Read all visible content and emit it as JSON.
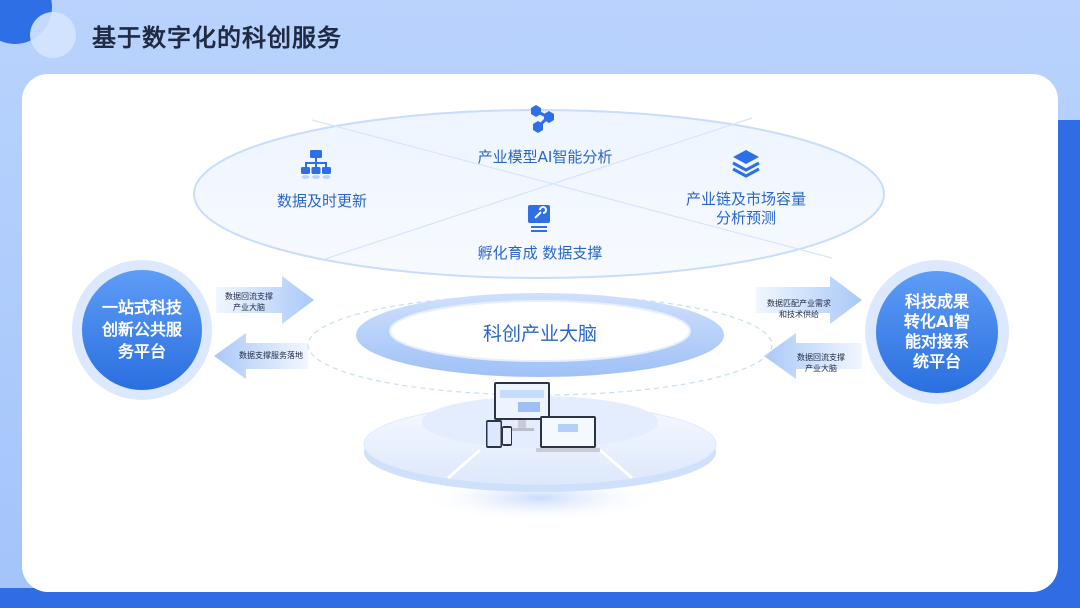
{
  "title": "基于数字化的科创服务",
  "top_items": {
    "model": "产业模型AI智能分析",
    "data_update": "数据及时更新",
    "chain_line1": "产业链及市场容量",
    "chain_line2": "分析预测",
    "incubate": "孵化育成  数据支撑"
  },
  "center": "科创产业大脑",
  "left_node": {
    "line1": "一站式科技",
    "line2": "创新公共服",
    "line3": "务平台"
  },
  "right_node": {
    "line1": "科技成果",
    "line2": "转化AI智",
    "line3": "能对接系",
    "line4": "统平台"
  },
  "arrows": {
    "left_out_l1": "数据回流支撑",
    "left_out_l2": "产业大脑",
    "left_in": "数据支撑服务落地",
    "right_in_l1": "数据匹配产业需求",
    "right_in_l2": "和技术供给",
    "right_out_l1": "数据回流支撑",
    "right_out_l2": "产业大脑"
  },
  "colors": {
    "accent": "#2e6de3",
    "label": "#2a66c9",
    "node": "#3f84ee"
  },
  "icons": [
    "share-nodes-icon",
    "org-chart-icon",
    "stack-layers-icon",
    "wrench-doc-icon",
    "devices-icon"
  ]
}
